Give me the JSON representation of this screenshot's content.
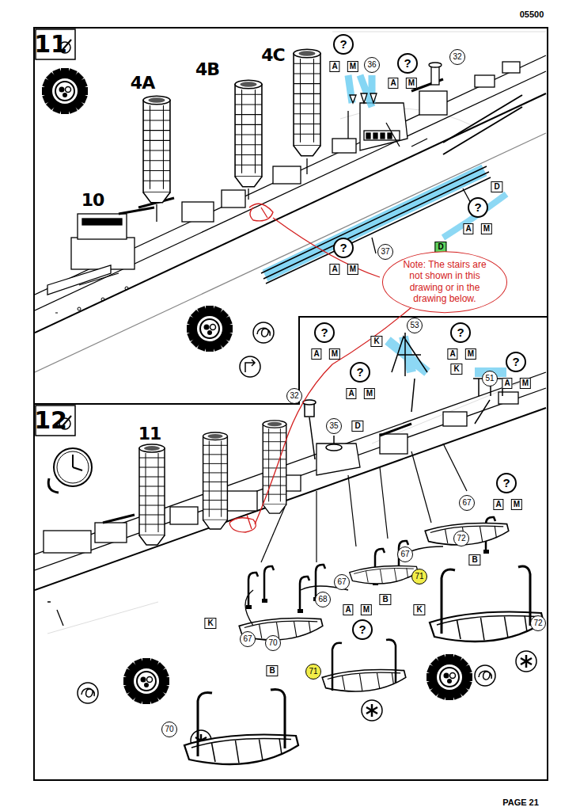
{
  "diagram": {
    "nodes": [
      {
        "text": [
          "Note: The stairs are not shown in this drawing or in the drawing below."
        ]
      },
      {
        "text": [
          "36"
        ]
      },
      {
        "text": [
          "32"
        ]
      },
      {
        "text": [
          "37"
        ]
      },
      {
        "text": [
          "53"
        ]
      },
      {
        "text": [
          "51"
        ]
      },
      {
        "text": [
          "32"
        ]
      },
      {
        "text": [
          "35"
        ]
      },
      {
        "text": [
          "67"
        ]
      },
      {
        "text": [
          "72"
        ]
      },
      {
        "text": [
          "71"
        ]
      },
      {
        "text": [
          "67"
        ]
      },
      {
        "text": [
          "67"
        ]
      },
      {
        "text": [
          "68"
        ]
      },
      {
        "text": [
          "67"
        ]
      },
      {
        "text": [
          "70"
        ]
      },
      {
        "text": [
          "71"
        ]
      },
      {
        "text": [
          "72"
        ]
      },
      {
        "text": [
          "70"
        ]
      }
    ],
    "labels": [
      "05500",
      "11",
      "4A",
      "4B",
      "4C",
      "10",
      "?",
      "A",
      "M",
      "?",
      "A",
      "M",
      "?",
      "D",
      "A",
      "M",
      "D",
      "?",
      "A",
      "M",
      "12",
      "11",
      "?",
      "A",
      "M",
      "K",
      "?",
      "A",
      "M",
      "K",
      "?",
      "A",
      "M",
      "?",
      "A",
      "M",
      "D",
      "?",
      "A",
      "M",
      "B",
      "B",
      "K",
      "A",
      "M",
      "?",
      "K",
      "B",
      "PAGE 21"
    ]
  }
}
